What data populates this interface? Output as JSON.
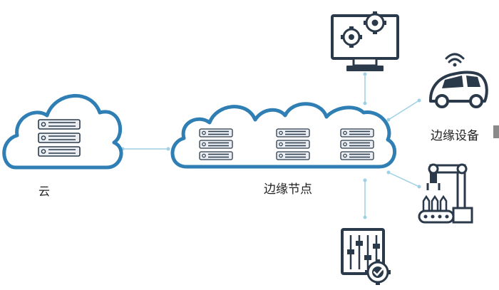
{
  "labels": {
    "cloud": "云",
    "edge_nodes": "边缘节点",
    "edge_devices": "边缘设备"
  },
  "colors": {
    "cloud_stroke": "#2f7fb5",
    "connector": "#9ed0e6",
    "icon_dark": "#2b3a4a",
    "server_fill": "#eaeef2"
  },
  "icons": [
    "server-icon",
    "monitor-gears-icon",
    "smart-car-icon",
    "robot-arm-icon",
    "control-panel-icon"
  ]
}
